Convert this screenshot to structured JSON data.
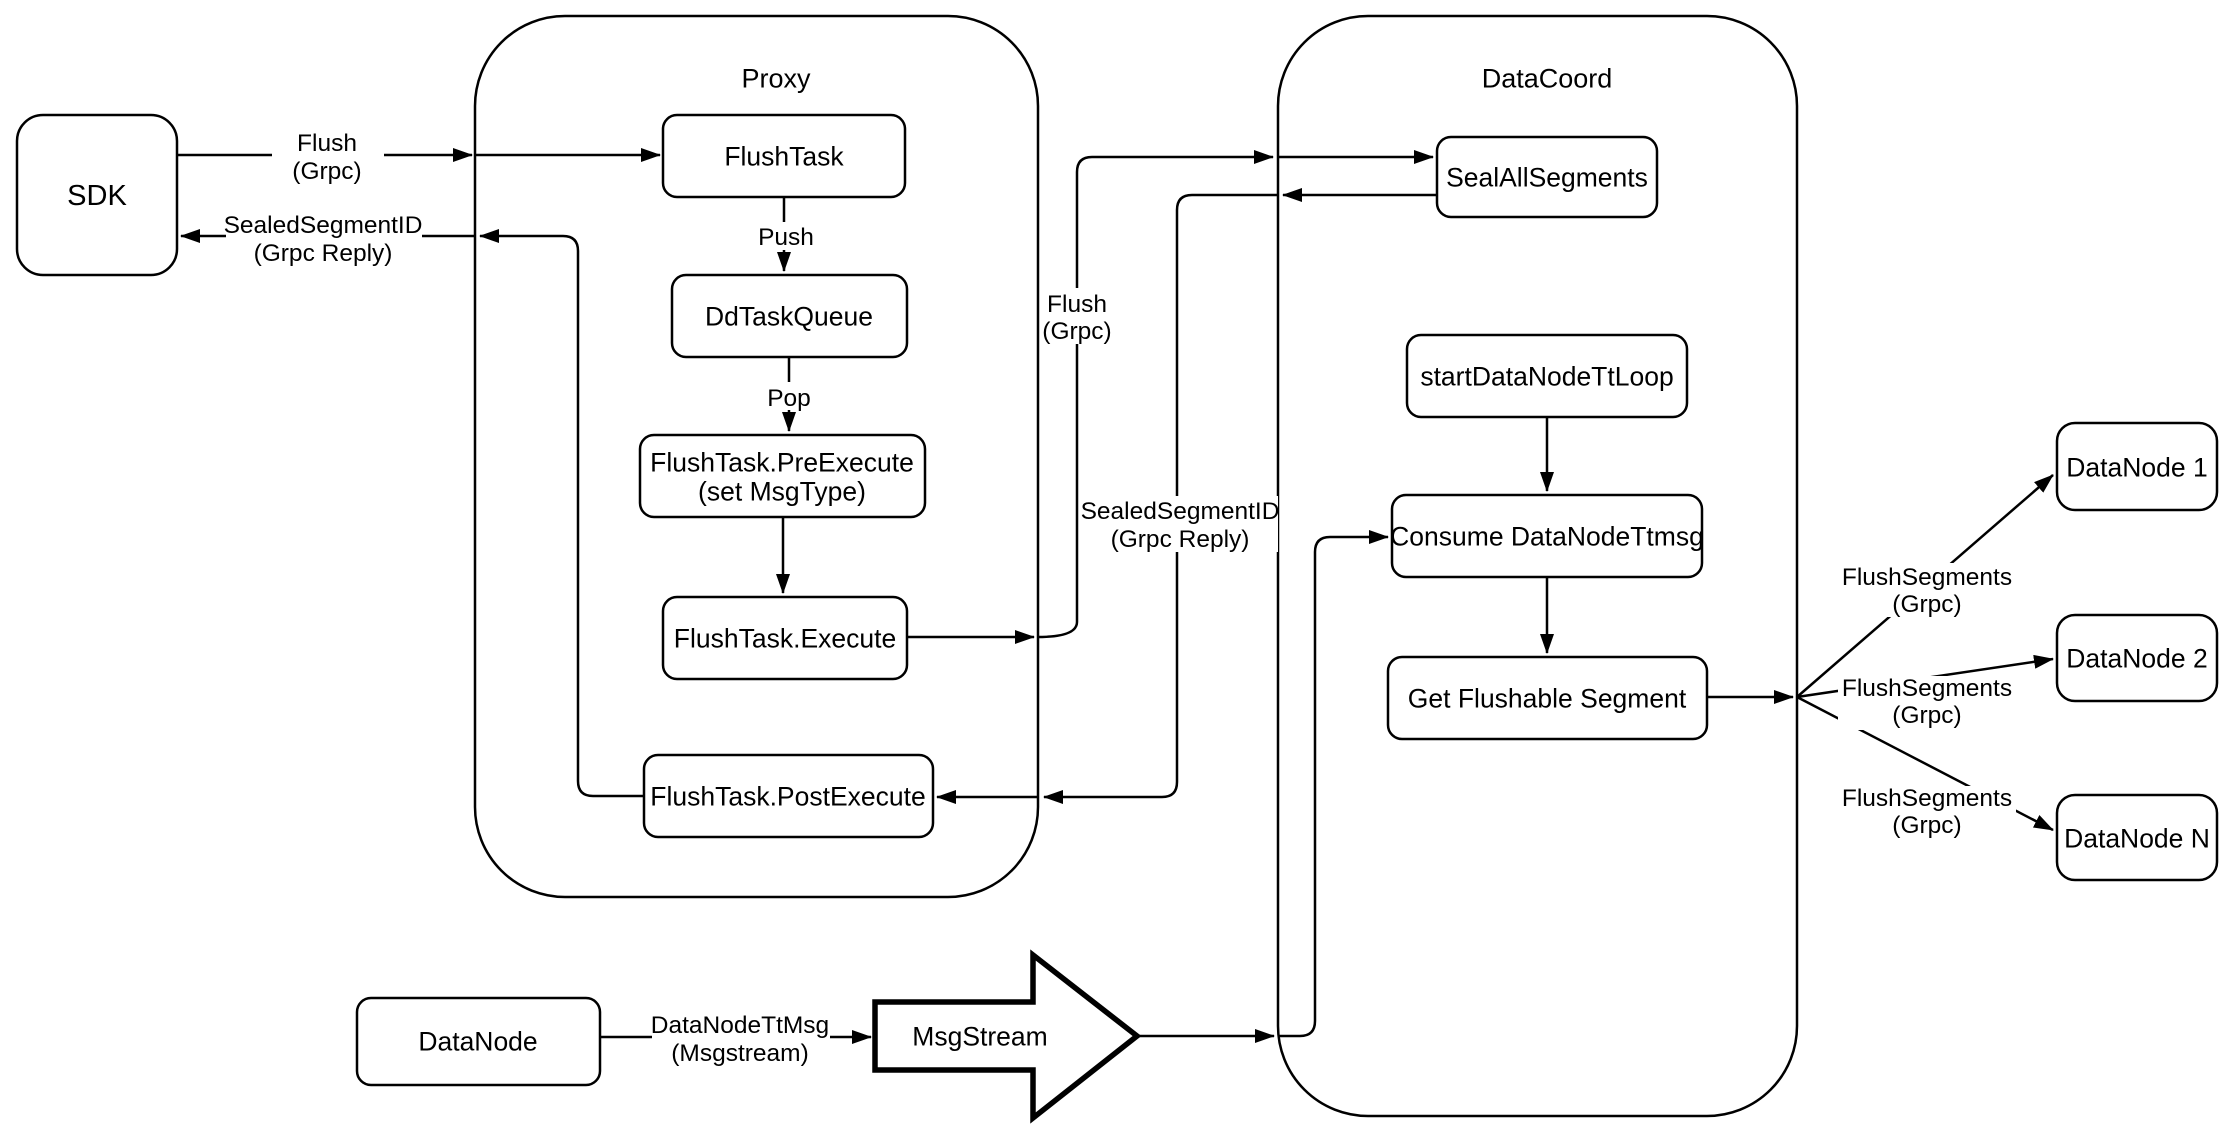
{
  "containers": {
    "proxy": {
      "title": "Proxy"
    },
    "datacoord": {
      "title": "DataCoord"
    }
  },
  "nodes": {
    "sdk": {
      "label": "SDK"
    },
    "flush_task": {
      "label": "FlushTask"
    },
    "dd_task_queue": {
      "label": "DdTaskQueue"
    },
    "pre_execute": {
      "line1": "FlushTask.PreExecute",
      "line2": "(set MsgType)"
    },
    "execute": {
      "label": "FlushTask.Execute"
    },
    "post_execute": {
      "label": "FlushTask.PostExecute"
    },
    "seal_all_segments": {
      "label": "SealAllSegments"
    },
    "start_datanode_tt_loop": {
      "label": "startDataNodeTtLoop"
    },
    "consume_datanode_ttmsg": {
      "label": "Consume DataNodeTtmsg"
    },
    "get_flushable_segment": {
      "label": "Get Flushable Segment"
    },
    "datanode_1": {
      "label": "DataNode 1"
    },
    "datanode_2": {
      "label": "DataNode 2"
    },
    "datanode_n": {
      "label": "DataNode N"
    },
    "datanode": {
      "label": "DataNode"
    },
    "msgstream": {
      "label": "MsgStream"
    }
  },
  "edge_labels": {
    "flush_grpc_sdk": {
      "line1": "Flush",
      "line2": "(Grpc)"
    },
    "sealed_segment_id_sdk": {
      "line1": "SealedSegmentID",
      "line2": "(Grpc Reply)"
    },
    "push": "Push",
    "pop": "Pop",
    "flush_grpc_mid": {
      "line1": "Flush",
      "line2": "(Grpc)"
    },
    "sealed_segment_id_mid": {
      "line1": "SealedSegmentID",
      "line2": "(Grpc Reply)"
    },
    "flush_segments_1": {
      "line1": "FlushSegments",
      "line2": "(Grpc)"
    },
    "flush_segments_2": {
      "line1": "FlushSegments",
      "line2": "(Grpc)"
    },
    "flush_segments_3": {
      "line1": "FlushSegments",
      "line2": "(Grpc)"
    },
    "datanode_ttmsg": {
      "line1": "DataNodeTtMsg",
      "line2": "(Msgstream)"
    }
  },
  "colors": {
    "line": "#000000",
    "node_fill": "#ffffff",
    "background": "#ffffff"
  }
}
